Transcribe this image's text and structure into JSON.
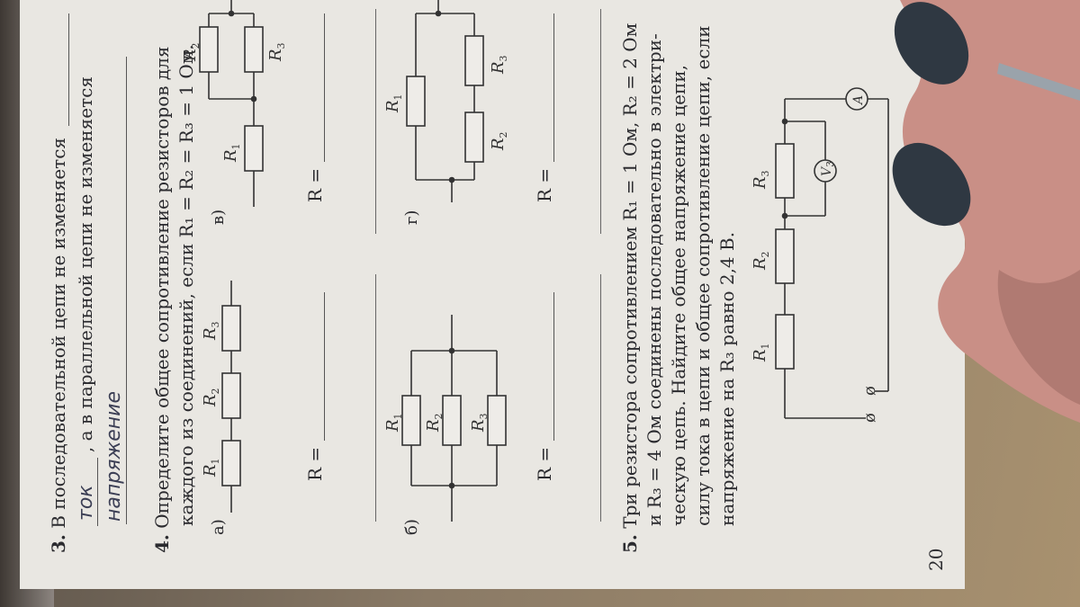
{
  "page_number": "20",
  "task3": {
    "number": "3.",
    "line1": "В последовательной цепи не изменяется",
    "answer1": "ток",
    "line2_mid": ", а в параллельной цепи не изменяется",
    "answer2": "напряжение"
  },
  "task4": {
    "number": "4.",
    "line1": "Определите общее сопротивление резисторов для",
    "line2": "каждого из соединений, если R₁ = R₂ = R₃ = 1 Ом.",
    "variants": [
      {
        "label": "а)",
        "answer_prefix": "R ="
      },
      {
        "label": "б)",
        "answer_prefix": "R ="
      },
      {
        "label": "в)",
        "answer_prefix": "R ="
      },
      {
        "label": "г)",
        "answer_prefix": "R ="
      }
    ]
  },
  "task5": {
    "number": "5.",
    "lines": [
      "Три резистора сопротивлением R₁ = 1 Ом, R₂ = 2 Ом",
      "и R₃ = 4 Ом соединены последовательно в электри-",
      "ческую цепь. Найдите общее напряжение цепи,",
      "силу тока в цепи и общее сопротивление цепи, если",
      "напряжение на R₃ равно 2,4 В."
    ]
  },
  "symbols": {
    "R": "R",
    "sub1": "1",
    "sub2": "2",
    "sub3": "3",
    "voltmeter": "V",
    "ammeter": "A"
  },
  "colors": {
    "paper": "#e9e7e2",
    "ink": "#2b2b2f",
    "handwriting": "#3c3f55",
    "nail": "#2f3842",
    "skin": "#c98f86"
  }
}
